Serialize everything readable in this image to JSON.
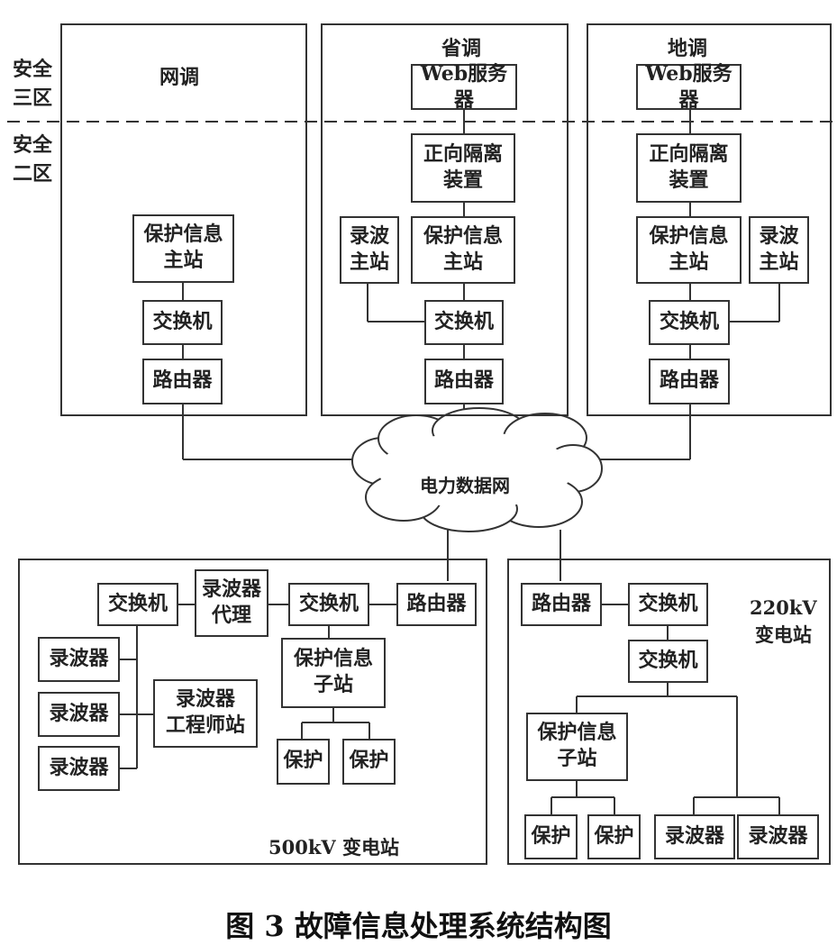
{
  "zones": {
    "zone3": "安全\n三区",
    "zone2": "安全\n二区"
  },
  "regions": {
    "wangtiao": "网调",
    "shengtiao": "省调",
    "ditiao": "地调"
  },
  "web_server": "Web服务器",
  "forward_isolation": "正向隔离\n装置",
  "protection_master": "保护信息\n主站",
  "recorder_master": "录波\n主站",
  "switch": "交换机",
  "router": "路由器",
  "cloud": "电力数据网",
  "recorder": "录波器",
  "recorder_proxy": "录波器\n代理",
  "recorder_engineer": "录波器\n工程师站",
  "protection_sub": "保护信息\n子站",
  "protection": "保护",
  "substation_500": "500kV 变电站",
  "substation_220": "220kV\n变电站",
  "caption": "图 3  故障信息处理系统结构图"
}
